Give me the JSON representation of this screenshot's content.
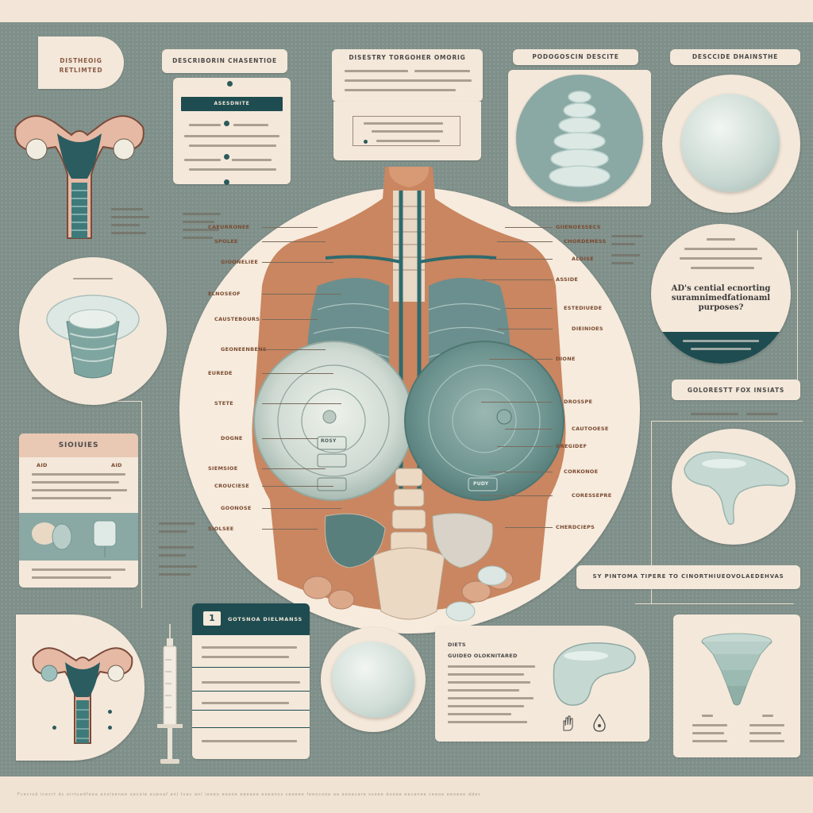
{
  "top_left_badge": {
    "line1": "DISTHEOIG",
    "line2": "RETLIMTED"
  },
  "card_info": {
    "title": "DESCRIBORIN CHASENTIOE",
    "bar_label": "ASESDNITE"
  },
  "card_top_center": {
    "title": "DISESTRY TORGOHER OMORIG"
  },
  "card_spiral": {
    "title": "PODOGOSCIN DESCITE"
  },
  "card_right_top": {
    "title": "DESCCIDE DHAINSTHE"
  },
  "question_card": {
    "headline": "AD's cential ecnorting suramnimedfationaml purposes?"
  },
  "label_right_mid": {
    "text": "GOLORESTT FOX INSIATS"
  },
  "left_list_card": {
    "title": "SIOIUIES",
    "left_tag": "AID",
    "right_tag": "AID"
  },
  "right_banner": {
    "text": "SY PINTOMA TIPERE TO CINORTHIUEOVOLAEDEHVAS"
  },
  "bottom_checklist": {
    "number": "1",
    "title": "GOTSNOA DIELMANSS"
  },
  "bottom_product_card": {
    "tag": "DIETS",
    "title": "GUIDEO OLOKNITARED"
  },
  "anatomy_labels_left": [
    "CAEURRONEE",
    "SPOLEE",
    "GIOONELIEE",
    "ELNOSEOF",
    "CAUSTEBOURS",
    "GEONEENBENS",
    "EUREDE",
    "STETE",
    "DOGNE",
    "SIEMSIOE",
    "CROUCIESE",
    "GOONOSE",
    "SIOLSEE"
  ],
  "anatomy_labels_right": [
    "GIIENOESSECS",
    "CHORDEMESS",
    "ALDISE",
    "ASSIDE",
    "ESTEDIUEDE",
    "DIEINIOES",
    "DIONE",
    "DROSSPE",
    "CAUTOOESE",
    "GREGIDEF",
    "CORKONOE",
    "CORESSEPRE",
    "CHERDCIEPS"
  ],
  "implant_labels": {
    "left": "ROSY",
    "right": "PUDY"
  },
  "footer": {
    "text": "Fcecrsd icecrt dc oirtuedfeoa ansloenee oecoie eueoaf anl tvac anl ieoeo eoeoe eeoaee eoeanss ceeoee feeocooe aa eoeecare ssooe dooee eecanee ceeoe eeoeeo ddec"
  },
  "colors": {
    "teal_dark": "#1e4c50",
    "cream": "#f4e8da",
    "background_gray": "#7f8f89",
    "skin": "#c98660"
  }
}
